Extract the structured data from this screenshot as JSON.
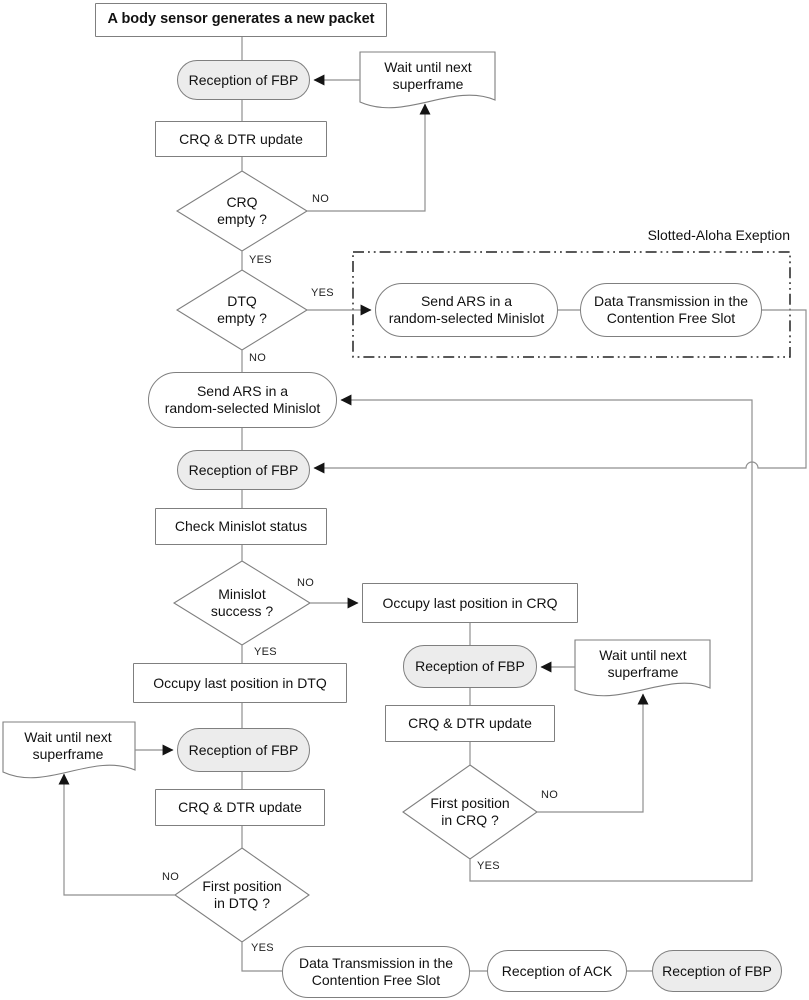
{
  "labels": {
    "yes": "YES",
    "no": "NO"
  },
  "exception_box": {
    "title": "Slotted-Aloha Exeption"
  },
  "nodes": {
    "start": {
      "label": "A body sensor generates a new packet"
    },
    "fbp1": {
      "label": "Reception of FBP"
    },
    "wait1": {
      "label": "Wait until next\nsuperframe"
    },
    "crq_dtr_1": {
      "label": "CRQ & DTR update"
    },
    "crq_empty": {
      "label": "CRQ\nempty ?"
    },
    "dtq_empty": {
      "label": "DTQ\nempty ?"
    },
    "aloha_send_ars": {
      "label": "Send ARS in a\nrandom-selected Minislot"
    },
    "aloha_data_tx": {
      "label": "Data Transmission in the\nContention Free Slot"
    },
    "send_ars": {
      "label": "Send ARS in a\nrandom-selected Minislot"
    },
    "fbp2": {
      "label": "Reception of FBP"
    },
    "check_minislot": {
      "label": "Check Minislot status"
    },
    "minislot_success": {
      "label": "Minislot\nsuccess ?"
    },
    "occupy_crq": {
      "label": "Occupy last position in CRQ"
    },
    "fbp3": {
      "label": "Reception of FBP"
    },
    "wait2": {
      "label": "Wait until next\nsuperframe"
    },
    "crq_dtr_2": {
      "label": "CRQ & DTR update"
    },
    "first_crq": {
      "label": "First position\nin CRQ ?"
    },
    "occupy_dtq": {
      "label": "Occupy last position in DTQ"
    },
    "wait3": {
      "label": "Wait until next\nsuperframe"
    },
    "fbp4": {
      "label": "Reception of FBP"
    },
    "crq_dtr_3": {
      "label": "CRQ & DTR update"
    },
    "first_dtq": {
      "label": "First position\nin DTQ ?"
    },
    "data_tx_cfs": {
      "label": "Data Transmission in the\nContention Free Slot"
    },
    "ack": {
      "label": "Reception of ACK"
    },
    "fbp5": {
      "label": "Reception of FBP"
    }
  },
  "colors": {
    "line": "#8f8f8f",
    "border": "#7f7f7f",
    "arrow": "#141414",
    "stadium_fill": "#ececec",
    "background": "#ffffff"
  }
}
